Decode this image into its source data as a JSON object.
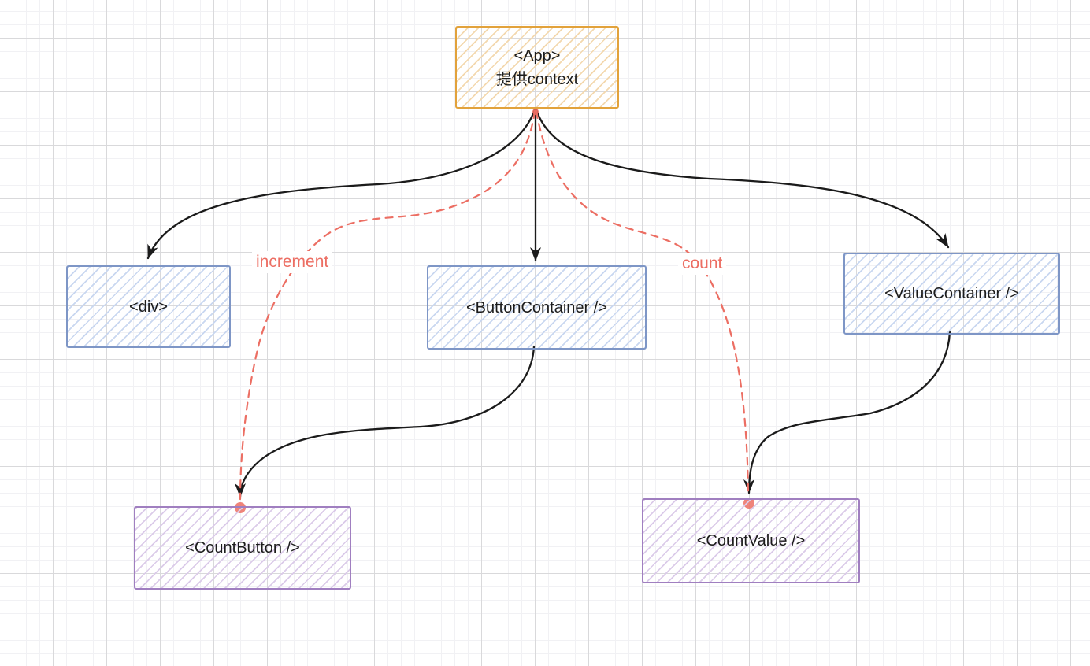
{
  "nodes": {
    "app": {
      "line1": "<App>",
      "line2": "提供context"
    },
    "div": {
      "label": "<div>"
    },
    "button_container": {
      "label": "<ButtonContainer />"
    },
    "value_container": {
      "label": "<ValueContainer />"
    },
    "count_button": {
      "label": "<CountButton />"
    },
    "count_value": {
      "label": "<CountValue />"
    }
  },
  "edges": {
    "increment_label": "increment",
    "count_label": "count"
  },
  "colors": {
    "background": "#ffffff",
    "grid_minor": "#f1f1f4",
    "grid_major": "#d9d9db",
    "text": "#1c1c1c",
    "edge_black": "#1b1b1b",
    "edge_red": "#ec6e63",
    "node_app_border": "#e2a23b",
    "node_app_hatch": "#f3d8ae",
    "node_blue_border": "#7e96c6",
    "node_blue_hatch": "#c9d7f0",
    "node_purple_border": "#a07fc0",
    "node_purple_hatch": "#dbcbe9"
  }
}
